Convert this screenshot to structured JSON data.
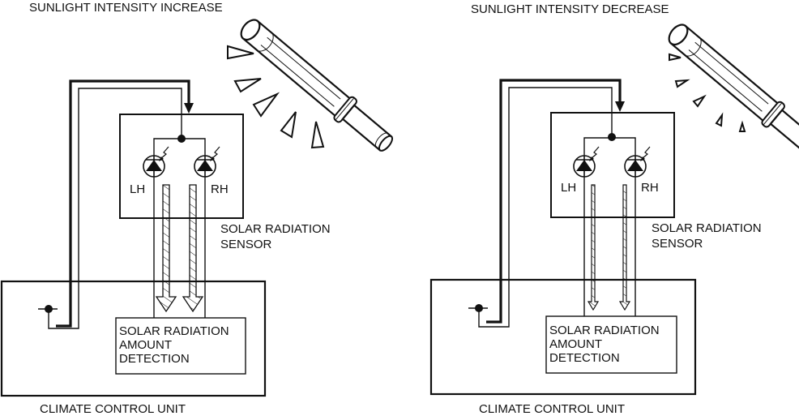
{
  "panels": [
    {
      "id": "increase",
      "title": "SUNLIGHT INTENSITY INCREASE",
      "sensor_label_line1": "SOLAR RADIATION",
      "sensor_label_line2": "SENSOR",
      "left_diode_label": "LH",
      "right_diode_label": "RH",
      "detection_line1": "SOLAR RADIATION",
      "detection_line2": "AMOUNT",
      "detection_line3": "DETECTION",
      "unit_label": "CLIMATE CONTROL UNIT",
      "light_level": "high",
      "signal_arrow_style": "wide-hatched"
    },
    {
      "id": "decrease",
      "title": "SUNLIGHT INTENSITY DECREASE",
      "sensor_label_line1": "SOLAR RADIATION",
      "sensor_label_line2": "SENSOR",
      "left_diode_label": "LH",
      "right_diode_label": "RH",
      "detection_line1": "SOLAR RADIATION",
      "detection_line2": "AMOUNT",
      "detection_line3": "DETECTION",
      "unit_label": "CLIMATE CONTROL UNIT",
      "light_level": "low",
      "signal_arrow_style": "narrow-hatched"
    }
  ],
  "colors": {
    "stroke": "#111111",
    "background": "#ffffff"
  }
}
